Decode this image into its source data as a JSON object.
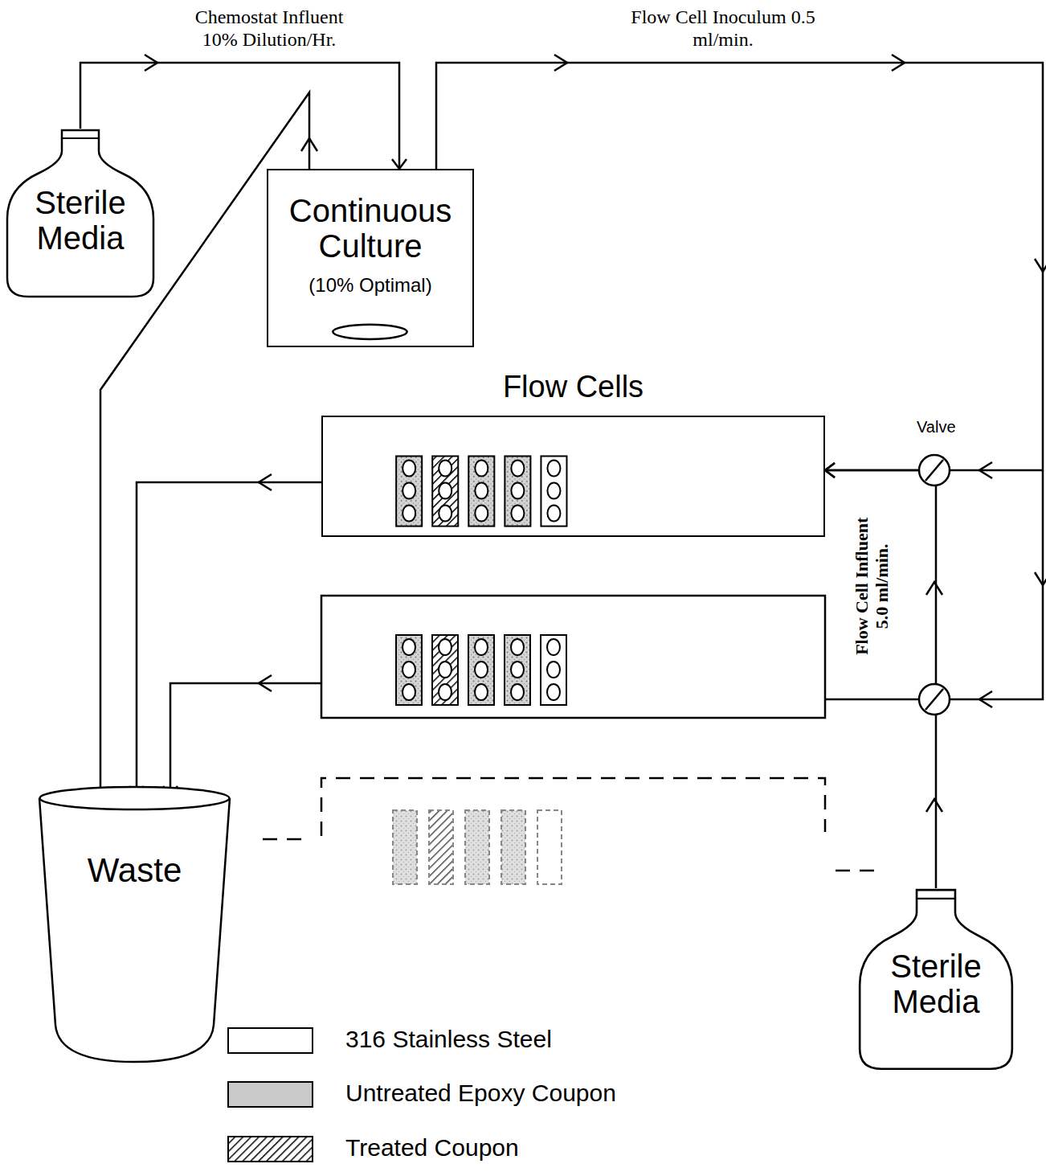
{
  "diagram": {
    "nodes": [
      {
        "text": [
          "Sterile Media"
        ]
      },
      {
        "text": [
          "Continuous Culture",
          "(10% Optimal)"
        ]
      },
      {
        "text": [
          "Flow Cells"
        ]
      },
      {
        "text": [
          "Waste"
        ]
      },
      {
        "text": [
          "Sterile Media"
        ]
      }
    ],
    "edges": [
      {
        "from": 0,
        "to": 1,
        "label": "Chemostat Influent 10% Dilution/Hr.",
        "arrow": "to"
      },
      {
        "from": 1,
        "to": 3,
        "arrow": "to"
      },
      {
        "from": 1,
        "to": 2,
        "label": "Flow Cell Inoculum 0.5 ml/min.",
        "arrow": "to"
      },
      {
        "from": 2,
        "to": 3,
        "arrow": "to"
      },
      {
        "from": 4,
        "to": 2,
        "label": "Flow Cell Influent 5.0 ml/min.",
        "arrow": "to"
      }
    ],
    "labels": [
      "Valve"
    ],
    "legend": [
      {
        "text": "316 Stainless Steel",
        "color": "#ffffff"
      },
      {
        "text": "Untreated Epoxy Coupon",
        "color": "#c9c9c9"
      },
      {
        "text": "Treated Coupon"
      }
    ]
  }
}
